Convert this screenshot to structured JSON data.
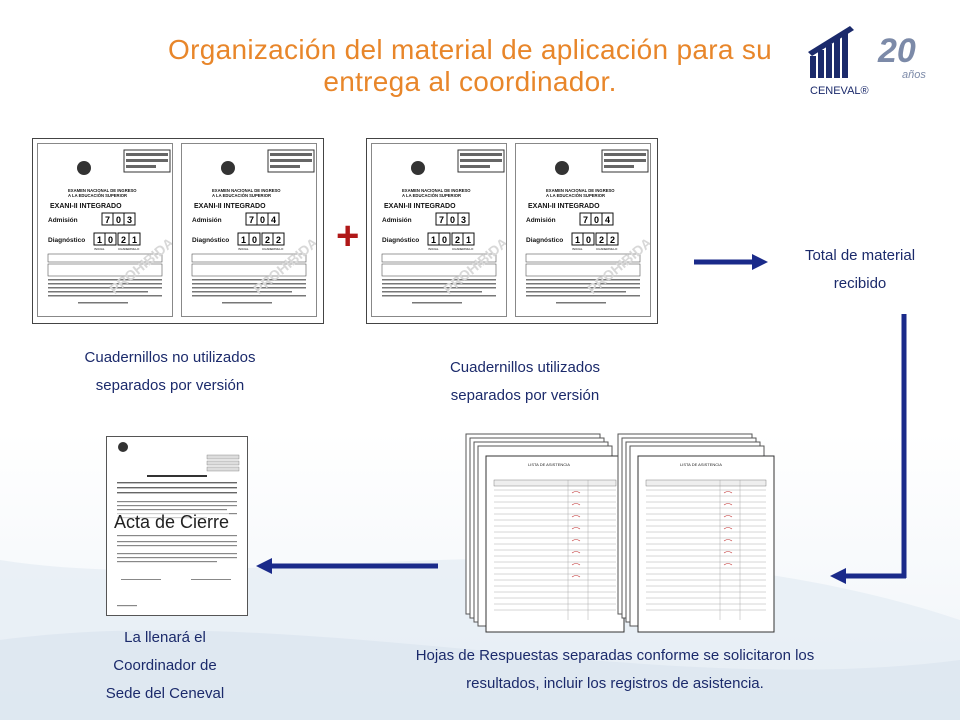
{
  "title": {
    "line1": "Organización del material de aplicación para su",
    "line2": "entrega al coordinador."
  },
  "logo": {
    "anniversary": "20",
    "anniversary_sub": "años",
    "brand": "CENEVAL®"
  },
  "booklet": {
    "header1": "EXAMEN NACIONAL DE INGRESO",
    "header2": "A LA EDUCACIÓN SUPERIOR",
    "exam_name": "EXANI-II  INTEGRADO",
    "admision_label": "Admisión",
    "diagnostico_label": "Diagnóstico",
    "version_a": {
      "admision": [
        "7",
        "0",
        "3"
      ],
      "diagnostico": [
        "1",
        "0",
        "2",
        "1"
      ]
    },
    "version_b": {
      "admision": [
        "7",
        "0",
        "4"
      ],
      "diagnostico": [
        "1",
        "0",
        "2",
        "2"
      ]
    },
    "caption_inicial": "INICIAL",
    "caption_cuadernillo": "CUADERNILLO"
  },
  "plus_sign": "+",
  "captions": {
    "unused": [
      "Cuadernillos no utilizados",
      "separados por versión"
    ],
    "used": [
      "Cuadernillos utilizados",
      "separados por versión"
    ],
    "total": [
      "Total de material",
      "recibido"
    ],
    "answers": [
      "Hojas de Respuestas separadas conforme  se solicitaron los",
      "resultados, incluir los registros de asistencia."
    ],
    "coordinator": [
      "La llenará  el",
      "Coordinador de",
      "Sede del Ceneval"
    ]
  },
  "acta_label": "Acta de Cierre",
  "attendance_sheet_title": "LISTA DE ASISTENCIA",
  "colors": {
    "title": "#e8862a",
    "caption": "#1b2a6b",
    "arrow": "#1a2a8a",
    "plus": "#b01818"
  }
}
